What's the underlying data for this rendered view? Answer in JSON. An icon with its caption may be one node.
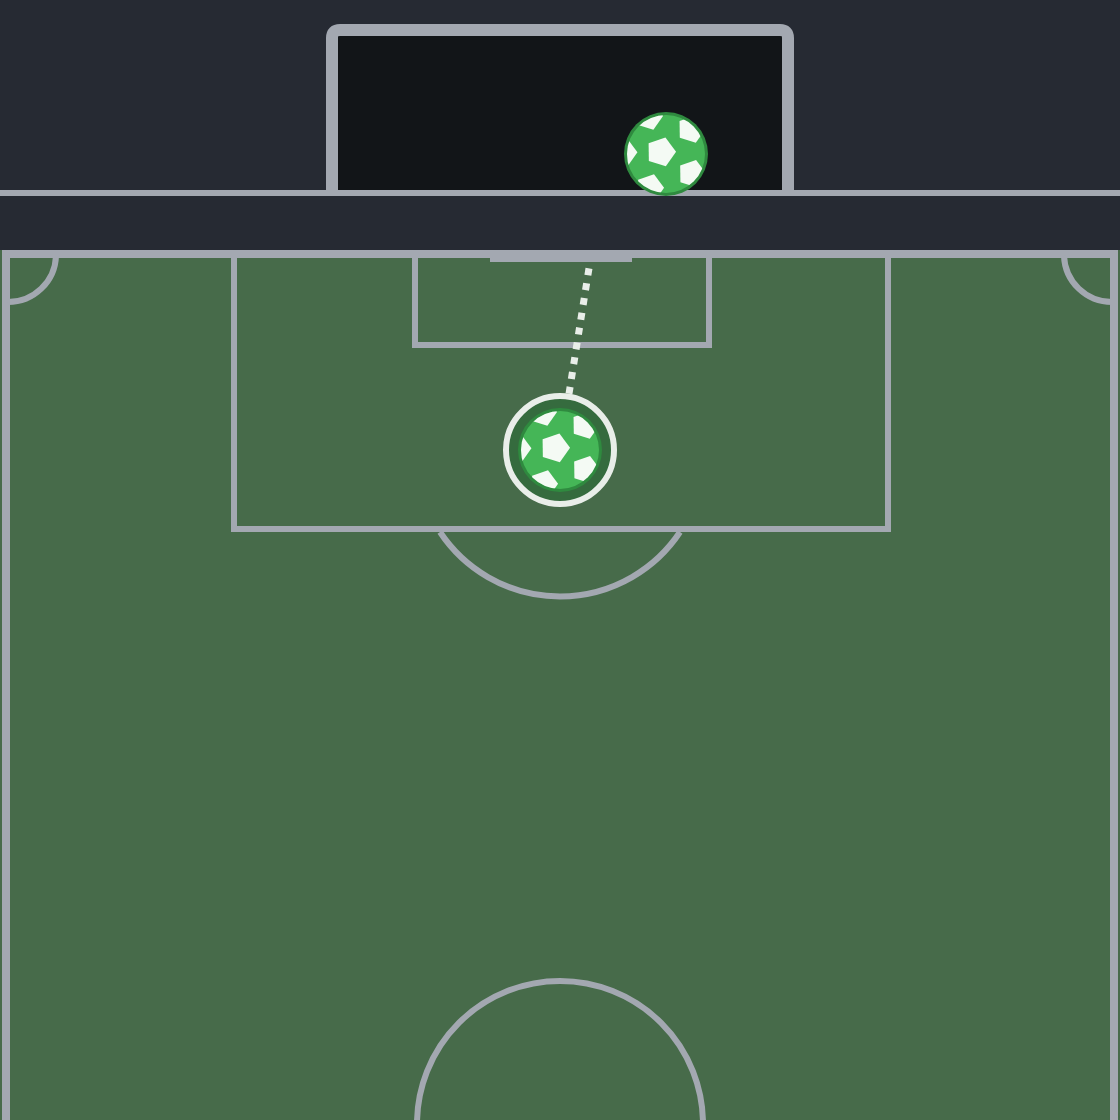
{
  "diagram": {
    "nodes": [
      {
        "text": [],
        "shape": "picture"
      },
      {
        "text": [],
        "shape": "bar"
      },
      {
        "text": [],
        "shape": "picture"
      }
    ],
    "edges": [
      {
        "from": 2,
        "to": 1,
        "arrow": "none",
        "style": "dashed"
      }
    ]
  }
}
